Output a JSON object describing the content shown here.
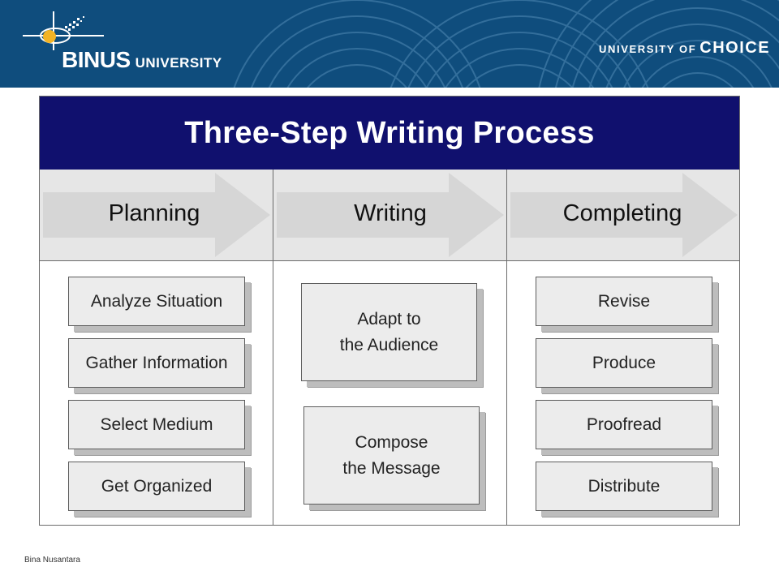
{
  "header": {
    "brand": "BINUS",
    "brand_suffix": "UNIVERSITY",
    "tagline_prefix": "UNIVERSITY OF",
    "tagline_main": "CHOICE",
    "colors": {
      "banner": "#0f4d7d",
      "accent": "#f3b325"
    }
  },
  "diagram": {
    "title": "Three-Step Writing Process",
    "phases": [
      {
        "label": "Planning",
        "steps": [
          "Analyze Situation",
          "Gather Information",
          "Select Medium",
          "Get Organized"
        ]
      },
      {
        "label": "Writing",
        "steps": [
          [
            "Adapt to",
            "the Audience"
          ],
          [
            "Compose",
            "the Message"
          ]
        ]
      },
      {
        "label": "Completing",
        "steps": [
          "Revise",
          "Produce",
          "Proofread",
          "Distribute"
        ]
      }
    ],
    "colors": {
      "title_bar": "#10106e",
      "phase_band": "#e6e6e6",
      "arrow": "#d6d6d6"
    }
  },
  "footer": {
    "text": "Bina Nusantara"
  }
}
